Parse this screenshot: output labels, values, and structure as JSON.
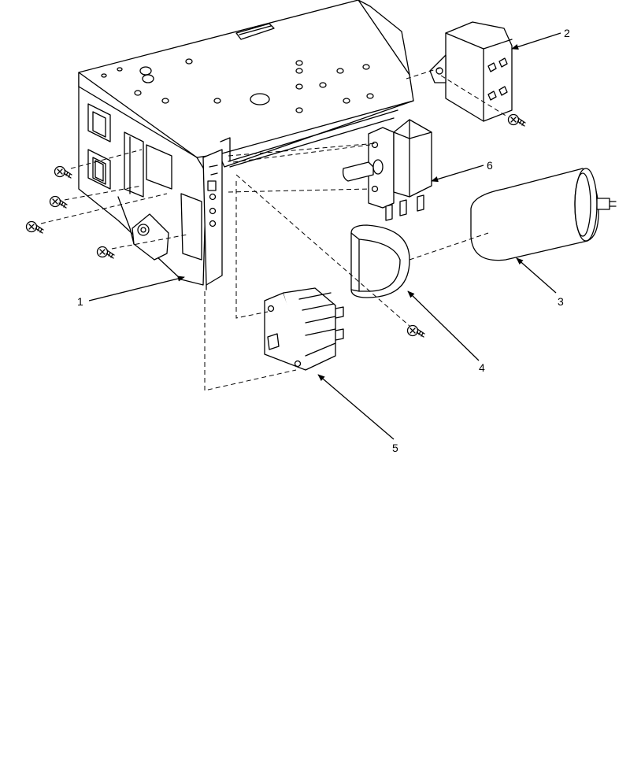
{
  "callouts": [
    {
      "id": "1",
      "label": "1",
      "part": "control-bracket"
    },
    {
      "id": "2",
      "label": "2",
      "part": "terminal-block"
    },
    {
      "id": "3",
      "label": "3",
      "part": "capacitor"
    },
    {
      "id": "4",
      "label": "4",
      "part": "capacitor-strap"
    },
    {
      "id": "5",
      "label": "5",
      "part": "relay-switch"
    },
    {
      "id": "6",
      "label": "6",
      "part": "rotary-switch"
    }
  ],
  "icons": {
    "screw": "screw-icon",
    "arrowhead": "arrowhead-icon"
  },
  "colors": {
    "line": "#000000",
    "background": "#ffffff"
  }
}
